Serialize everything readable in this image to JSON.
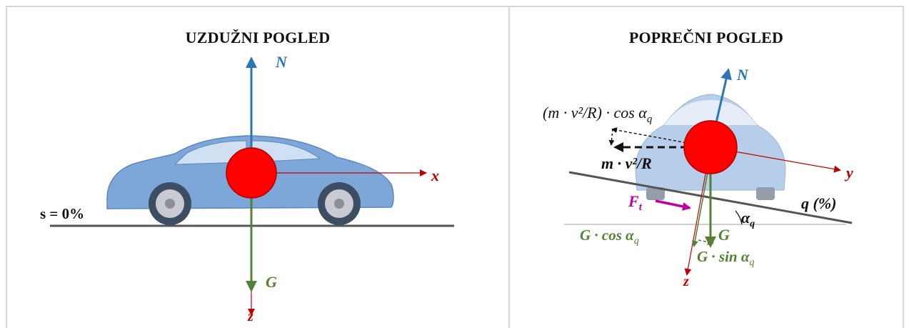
{
  "panels": {
    "left": {
      "title": "UZDUŽNI POGLED",
      "labels": {
        "normal": "N",
        "weight": "G",
        "x_axis": "x",
        "z_axis": "z",
        "slope": "s = 0%"
      }
    },
    "right": {
      "title": "POPREČNI POGLED",
      "labels": {
        "normal": "N",
        "centrifugal_cos": "(m · v²/R) · cos α",
        "centrifugal_cos_sub": "q",
        "centrifugal": "m · v²/R",
        "y_axis": "y",
        "z_axis": "z",
        "friction": "F",
        "friction_sub": "t",
        "grade": "q (%)",
        "angle": "α",
        "angle_sub": "q",
        "weight": "G",
        "g_cos": "G · cos α",
        "g_cos_sub": "q",
        "g_sin": "G · sin α",
        "g_sin_sub": "q"
      }
    }
  },
  "colors": {
    "normal": "#2e75b6",
    "weight": "#548235",
    "axis": "#c00000",
    "mass_center": "#ff0000",
    "friction": "#c000a0",
    "ground": "#555555",
    "car_body": "#7da7d9"
  }
}
